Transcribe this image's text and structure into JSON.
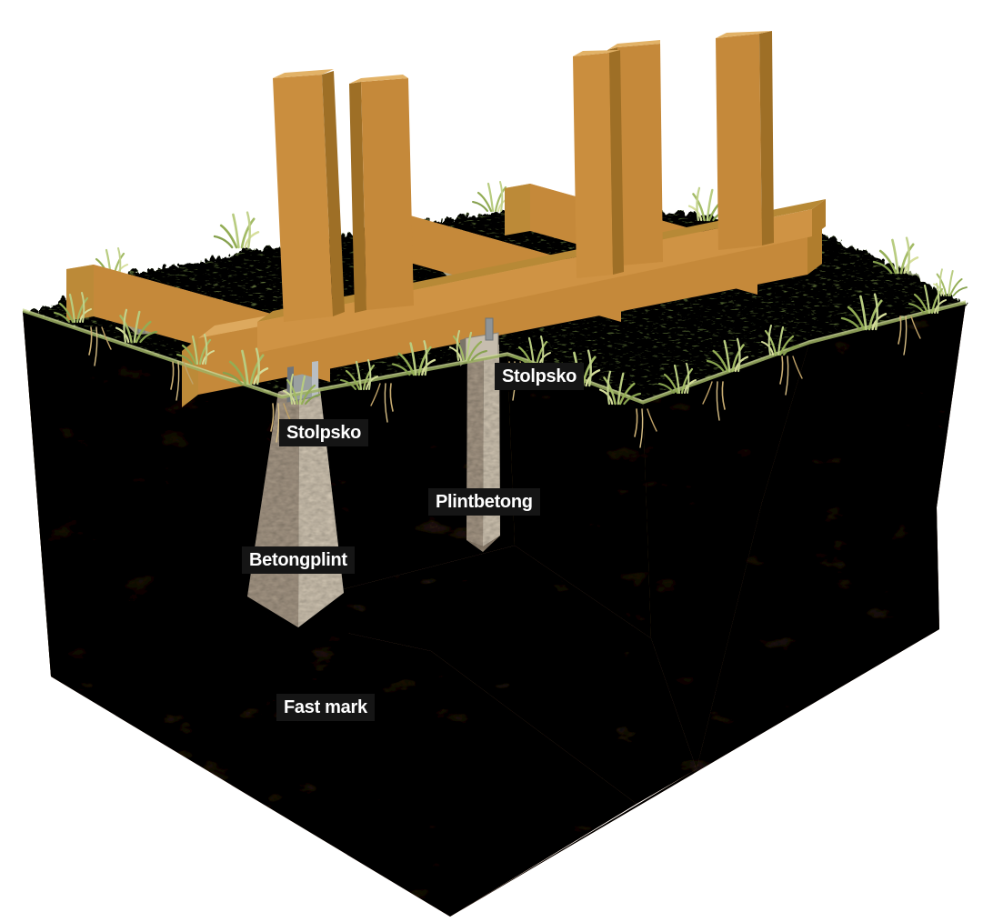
{
  "diagram": {
    "kind": "construction-foundation-cutaway-illustration",
    "labels": {
      "stolpsko_right": "Stolpsko",
      "stolpsko_left": "Stolpsko",
      "plintbetong": "Plintbetong",
      "betongplint": "Betongplint",
      "fast_mark": "Fast mark"
    },
    "colors": {
      "background": "#ffffff",
      "label_bg": "#151515",
      "label_text": "#ffffff",
      "wood_front": "#c5893a",
      "wood_top": "#dda95e",
      "wood_side": "#9e6f26",
      "wood_end": "#bc8a38",
      "plate_top": "#b78936",
      "grass": "#7f9c4e",
      "grass_light": "#b9cc83",
      "soil_dark": "#412516",
      "soil_mid": "#5a3420",
      "soil_light": "#6f4629",
      "concrete_light": "#ddd1bd",
      "concrete_shadow": "#b0a18e",
      "metal": "#939a9d"
    }
  }
}
